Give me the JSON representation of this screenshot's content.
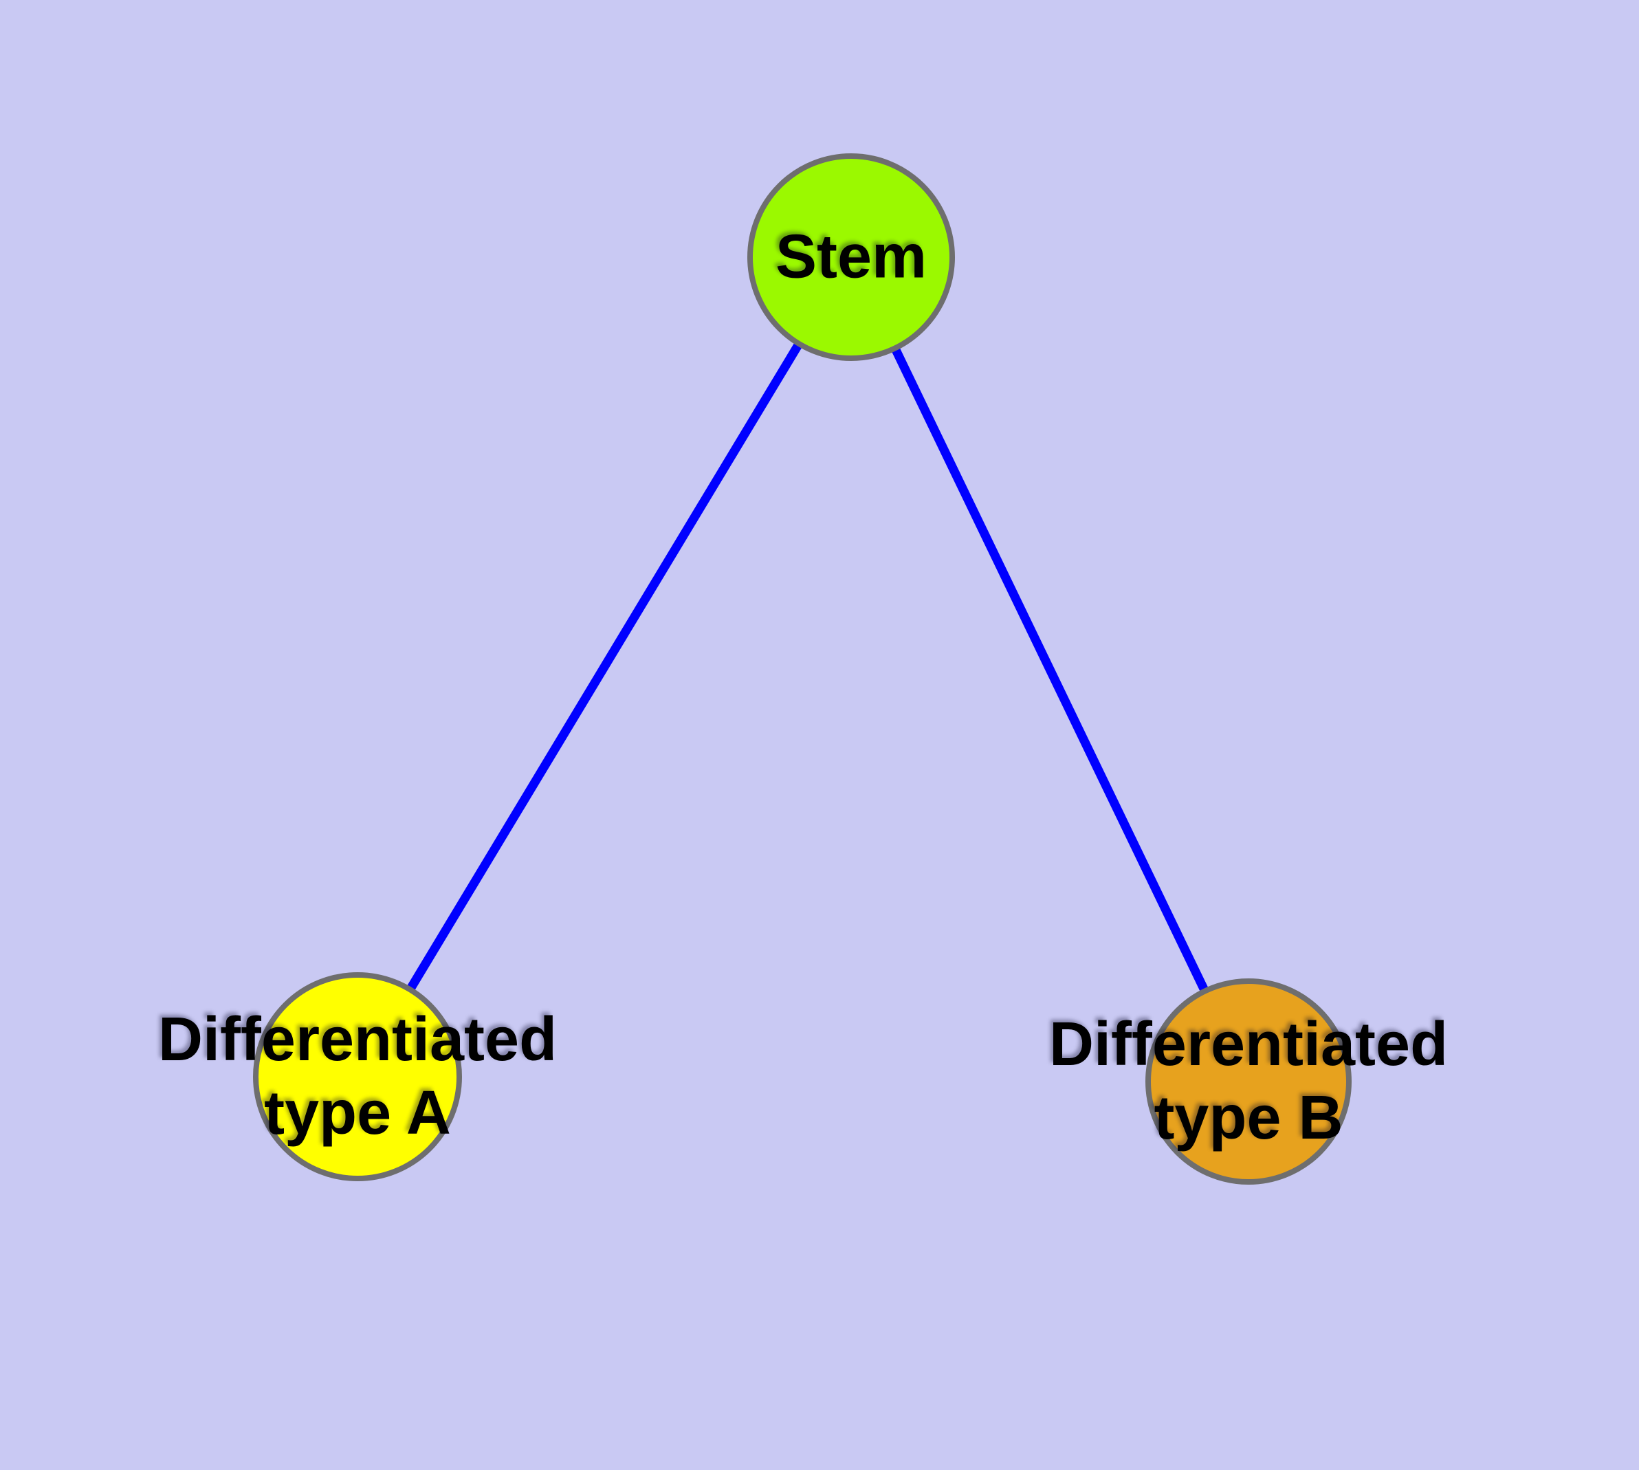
{
  "diagram_type": "node-link graph",
  "nodes": [
    {
      "id": "stem",
      "label": "Stem",
      "fill": "#9BF900"
    },
    {
      "id": "type-a",
      "label": "Differentiated\ntype A",
      "fill": "#FFFF00"
    },
    {
      "id": "type-b",
      "label": "Differentiated\ntype B",
      "fill": "#E7A21E"
    }
  ],
  "edges": [
    {
      "from": "stem",
      "to": "type-a"
    },
    {
      "from": "stem",
      "to": "type-b"
    }
  ],
  "colors": {
    "background": "#C9C9F3",
    "edge": "#0000FF",
    "node_border": "#6E6E6E",
    "label_text": "#000000"
  }
}
